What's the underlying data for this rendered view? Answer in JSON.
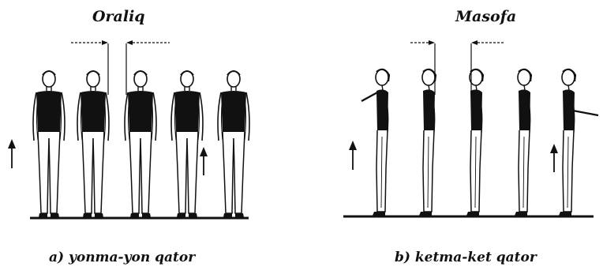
{
  "panel_a": {
    "title": "Oraliq",
    "caption": "a) yonma-yon qator"
  },
  "panel_b": {
    "title": "Masofa",
    "caption": "b) ketma-ket qator"
  },
  "colors": {
    "ink": "#111111",
    "background": "#ffffff"
  }
}
